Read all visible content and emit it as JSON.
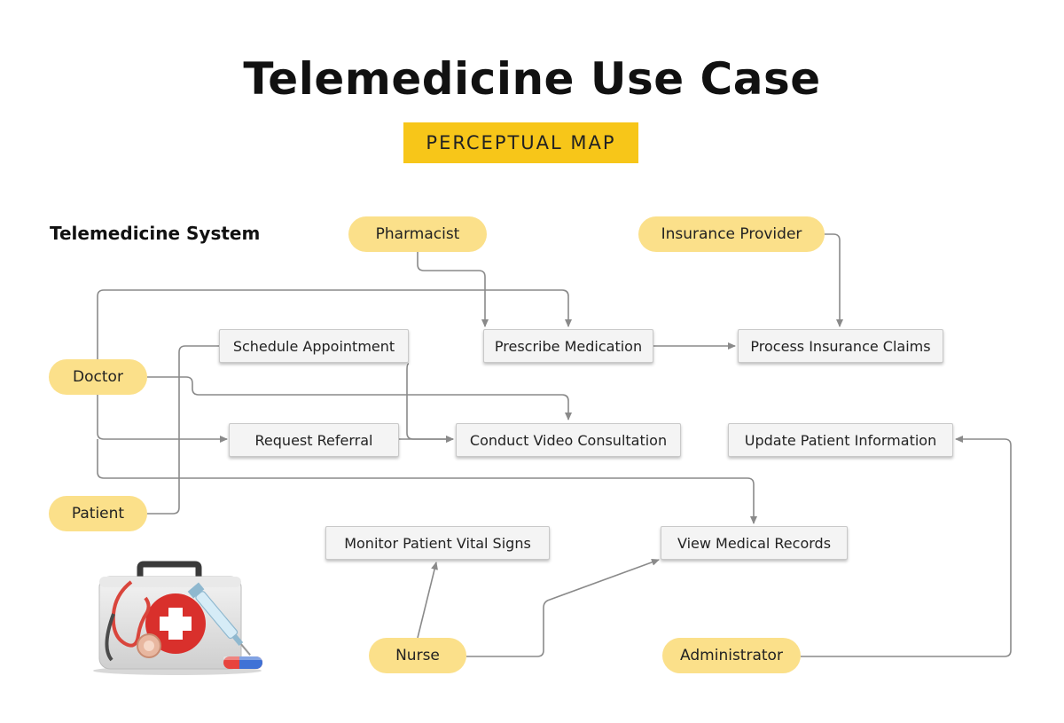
{
  "title": "Telemedicine Use Case",
  "subtitle": "PERCEPTUAL MAP",
  "system_label": "Telemedicine System",
  "colors": {
    "actor_fill": "#fbe08a",
    "subtitle_fill": "#f7c619",
    "usecase_fill": "#f4f4f4",
    "connector": "#8a8a8a"
  },
  "actors": {
    "pharmacist": "Pharmacist",
    "insurance_provider": "Insurance Provider",
    "doctor": "Doctor",
    "patient": "Patient",
    "nurse": "Nurse",
    "administrator": "Administrator"
  },
  "use_cases": {
    "schedule_appointment": "Schedule Appointment",
    "prescribe_medication": "Prescribe Medication",
    "process_insurance_claims": "Process Insurance Claims",
    "request_referral": "Request Referral",
    "conduct_video_consultation": "Conduct Video Consultation",
    "update_patient_information": "Update Patient Information",
    "monitor_patient_vital_signs": "Monitor Patient Vital Signs",
    "view_medical_records": "View Medical Records"
  },
  "illustration": "medical-kit-icon"
}
